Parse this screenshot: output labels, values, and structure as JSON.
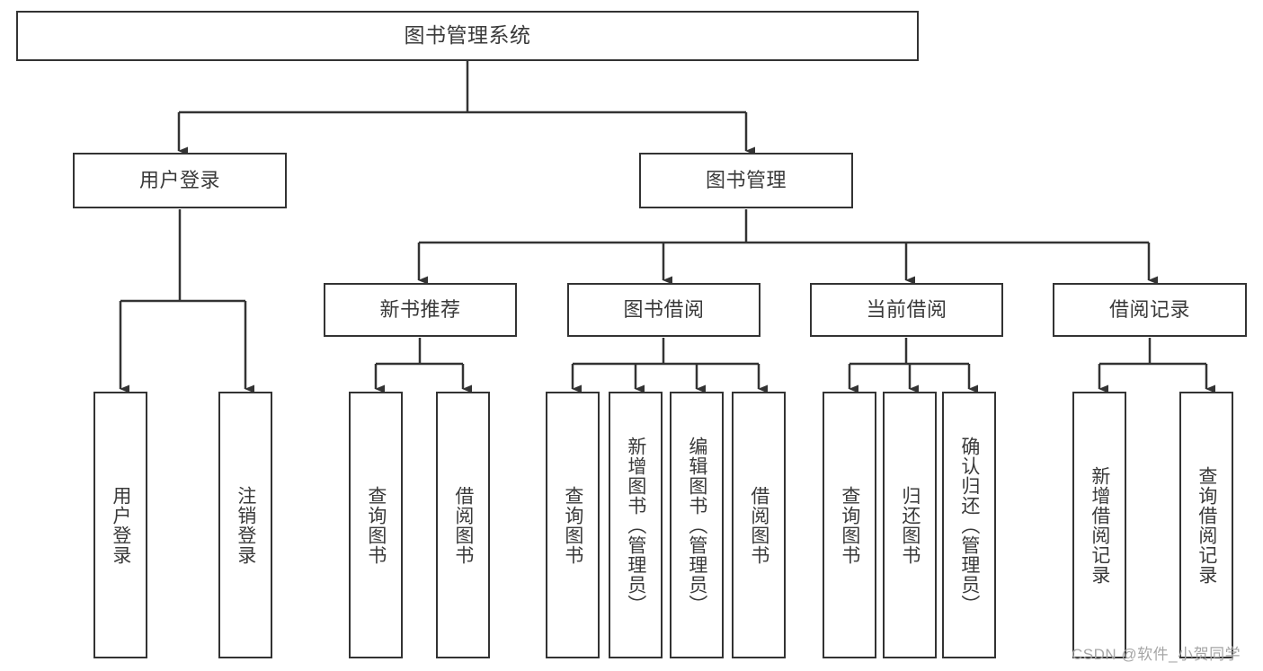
{
  "diagram": {
    "title": "图书管理系统",
    "type": "tree-hierarchy",
    "colors": {
      "box_border": "#333333",
      "box_fill": "#ffffff",
      "text": "#3a3a3a",
      "edge": "#333333",
      "watermark": "#a6a6a6",
      "background": "#ffffff"
    },
    "watermark": "CSDN @软件_小贺同学",
    "nodes": {
      "root": {
        "label": "图书管理系统"
      },
      "level2": [
        {
          "label": "用户登录"
        },
        {
          "label": "图书管理"
        }
      ],
      "level3": [
        {
          "label": "新书推荐"
        },
        {
          "label": "图书借阅"
        },
        {
          "label": "当前借阅"
        },
        {
          "label": "借阅记录"
        }
      ],
      "leaves": {
        "user_login": [
          {
            "label": "用户登录"
          },
          {
            "label": "注销登录"
          }
        ],
        "new_book_recommend": [
          {
            "label": "查询图书"
          },
          {
            "label": "借阅图书"
          }
        ],
        "book_borrow": [
          {
            "label": "查询图书"
          },
          {
            "label": "新增图书（管理员）"
          },
          {
            "label": "编辑图书（管理员）"
          },
          {
            "label": "借阅图书"
          }
        ],
        "current_borrow": [
          {
            "label": "查询图书"
          },
          {
            "label": "归还图书"
          },
          {
            "label": "确认归还（管理员）"
          }
        ],
        "borrow_record": [
          {
            "label": "新增借阅记录"
          },
          {
            "label": "查询借阅记录"
          }
        ]
      }
    }
  }
}
